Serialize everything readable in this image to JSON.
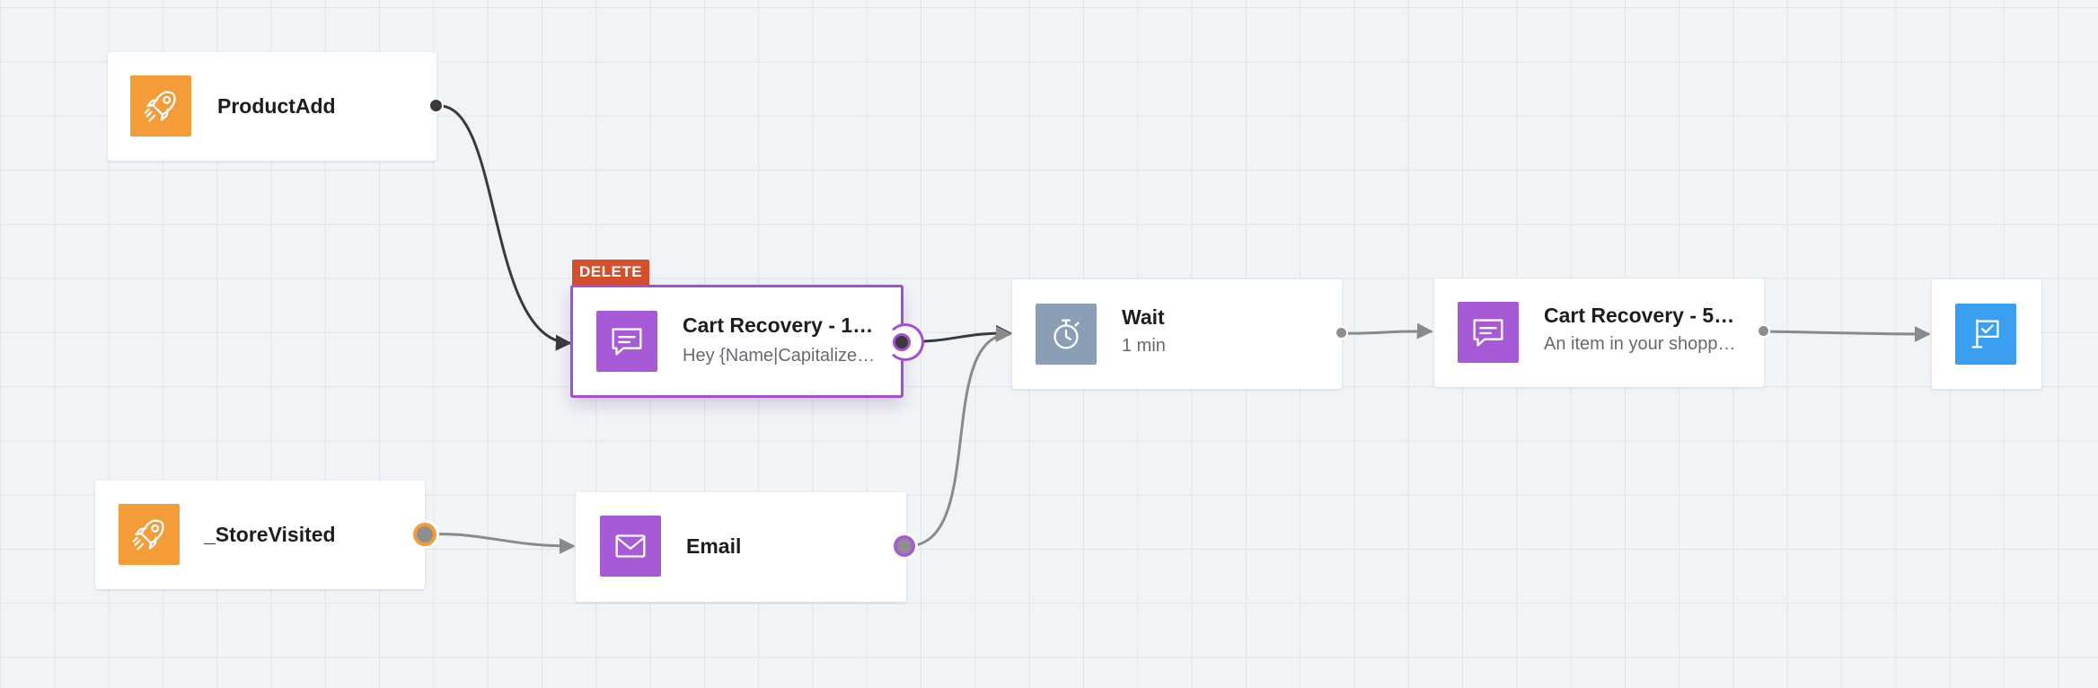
{
  "colors": {
    "trigger_orange": "#f39c38",
    "message_purple": "#a75ad6",
    "wait_gray": "#8a9fb5",
    "goal_blue": "#3a9ff0",
    "delete_red": "#d4502a",
    "selected_border": "#a34fd1"
  },
  "nodes": {
    "product_add": {
      "title": "ProductAdd",
      "icon": "rocket-icon"
    },
    "store_visited": {
      "title": "_StoreVisited",
      "icon": "rocket-icon"
    },
    "cart_recovery_1": {
      "title": "Cart Recovery - 1…",
      "subtitle": "Hey {Name|Capitalize…",
      "icon": "chat-bubble-icon",
      "badge": "DELETE"
    },
    "email": {
      "title": "Email",
      "icon": "envelope-icon"
    },
    "wait": {
      "title": "Wait",
      "subtitle": "1 min",
      "icon": "stopwatch-icon"
    },
    "cart_recovery_5": {
      "title": "Cart Recovery - 5…",
      "subtitle": "An item in your shopp…",
      "icon": "chat-bubble-icon"
    },
    "goal": {
      "icon": "goal-flag-icon"
    }
  }
}
